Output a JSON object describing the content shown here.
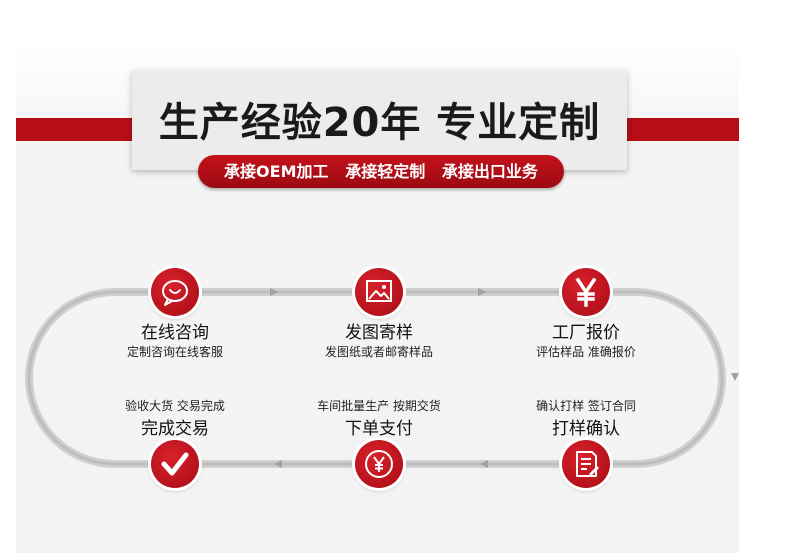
{
  "header": {
    "title": "生产经验20年 专业定制",
    "pill": "承接OEM加工   承接轻定制   承接出口业务"
  },
  "steps": [
    {
      "title": "在线咨询",
      "subtitle": "定制咨询在线客服",
      "icon": "chat-icon"
    },
    {
      "title": "发图寄样",
      "subtitle": "发图纸或者邮寄样品",
      "icon": "image-icon"
    },
    {
      "title": "工厂报价",
      "subtitle": "评估样品 准确报价",
      "icon": "yen-icon"
    },
    {
      "title": "打样确认",
      "subtitle": "确认打样 签订合同",
      "icon": "document-icon"
    },
    {
      "title": "下单支付",
      "subtitle": "车间批量生产 按期交货",
      "icon": "yen-coin-icon"
    },
    {
      "title": "完成交易",
      "subtitle": "验收大货 交易完成",
      "icon": "checkmark-icon"
    }
  ],
  "colors": {
    "accent": "#b70d17",
    "track": "#cccccc"
  }
}
